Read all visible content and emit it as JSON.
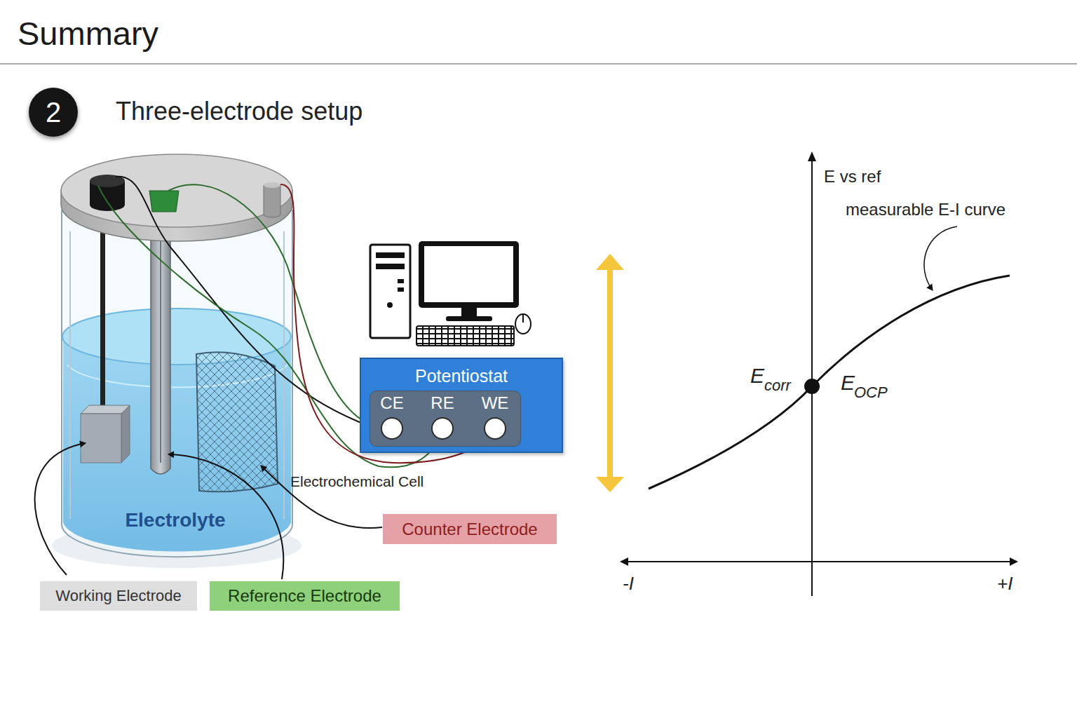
{
  "diagram": {
    "title": "Summary",
    "nodes": [
      {
        "text": [
          "2"
        ]
      },
      {
        "text": [
          "Potentiostat"
        ]
      },
      {
        "text": [
          "CE",
          "RE",
          "WE"
        ],
        "in": 1
      },
      {
        "text": [
          "Counter Electrode"
        ]
      },
      {
        "text": [
          "Working Electrode"
        ]
      },
      {
        "text": [
          "Reference Electrode"
        ]
      }
    ],
    "labels": [
      "Three-electrode setup",
      "Electrolyte",
      "Electrochemical Cell",
      "E vs ref",
      "measurable E-I curve",
      "E",
      "corr",
      "E",
      "OCP",
      "-I",
      "+I"
    ]
  }
}
